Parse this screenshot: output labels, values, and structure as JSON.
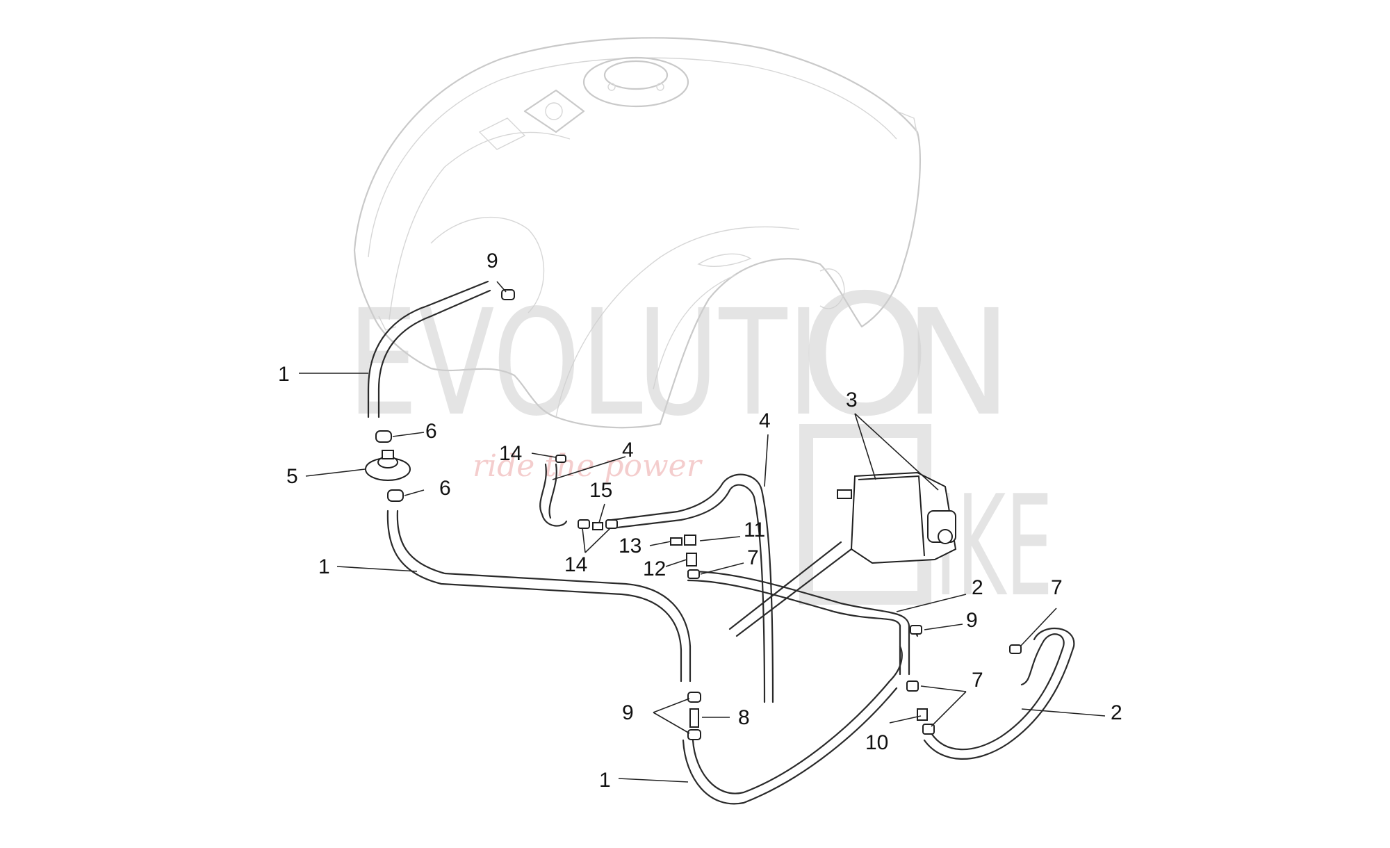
{
  "diagram": {
    "callouts": {
      "c1a": "1",
      "c1b": "1",
      "c1c": "1",
      "c2a": "2",
      "c2b": "2",
      "c3": "3",
      "c4a": "4",
      "c4b": "4",
      "c5": "5",
      "c6a": "6",
      "c6b": "6",
      "c7a": "7",
      "c7b": "7",
      "c7c": "7",
      "c8": "8",
      "c9a": "9",
      "c9b": "9",
      "c9c": "9",
      "c10": "10",
      "c11": "11",
      "c12": "12",
      "c13": "13",
      "c14a": "14",
      "c14b": "14",
      "c15": "15"
    },
    "watermark": {
      "line1": "EVOLUTI",
      "o_letter": "O",
      "n_letter": "N",
      "line2": "IKE",
      "tagline": "ride the power"
    }
  },
  "colors": {
    "tank_outline": "#c9c9c9",
    "hose": "#2a2a2a",
    "watermark": "#cfcfcf",
    "watermark_script": "#f0b9b9"
  }
}
